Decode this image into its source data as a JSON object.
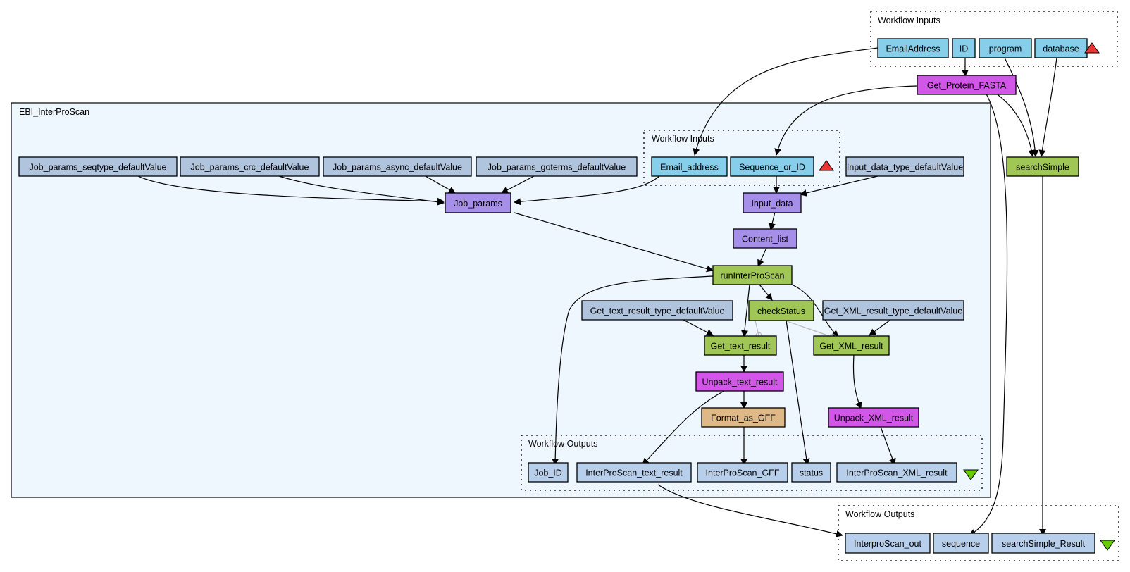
{
  "colors": {
    "input_port": "#87ceeb",
    "constant": "#b0c4de",
    "beanshell": "#a68fe8",
    "wsdl": "#a0c756",
    "xml_splitter": "#d257e8",
    "local_worker": "#deb887",
    "output_port": "#b8cfec",
    "nested_bg": "#eef6fe",
    "input_marker": "#ee3333",
    "output_marker": "#66cc00"
  },
  "outer_inputs": {
    "label": "Workflow Inputs",
    "ports": [
      "EmailAddress",
      "ID",
      "program",
      "database"
    ]
  },
  "outer_processors": {
    "get_protein_fasta": "Get_Protein_FASTA",
    "search_simple": "searchSimple"
  },
  "nested": {
    "title": "EBI_InterProScan",
    "inputs": {
      "label": "Workflow Inputs",
      "ports": [
        "Email_address",
        "Sequence_or_ID"
      ]
    },
    "constants": {
      "seqtype": "Job_params_seqtype_defaultValue",
      "crc": "Job_params_crc_defaultValue",
      "async": "Job_params_async_defaultValue",
      "goterms": "Job_params_goterms_defaultValue",
      "input_type": "Input_data_type_defaultValue",
      "text_type": "Get_text_result_type_defaultValue",
      "xml_type": "Get_XML_result_type_defaultValue"
    },
    "processors": {
      "job_params": "Job_params",
      "input_data": "Input_data",
      "content_list": "Content_list",
      "run": "runInterProScan",
      "check": "checkStatus",
      "get_text": "Get_text_result",
      "get_xml": "Get_XML_result",
      "unpack_text": "Unpack_text_result",
      "unpack_xml": "Unpack_XML_result",
      "gff": "Format_as_GFF"
    },
    "outputs": {
      "label": "Workflow Outputs",
      "ports": [
        "Job_ID",
        "InterProScan_text_result",
        "InterProScan_GFF",
        "status",
        "InterProScan_XML_result"
      ]
    }
  },
  "outer_outputs": {
    "label": "Workflow Outputs",
    "ports": [
      "InterproScan_out",
      "sequence",
      "searchSimple_Result"
    ]
  }
}
